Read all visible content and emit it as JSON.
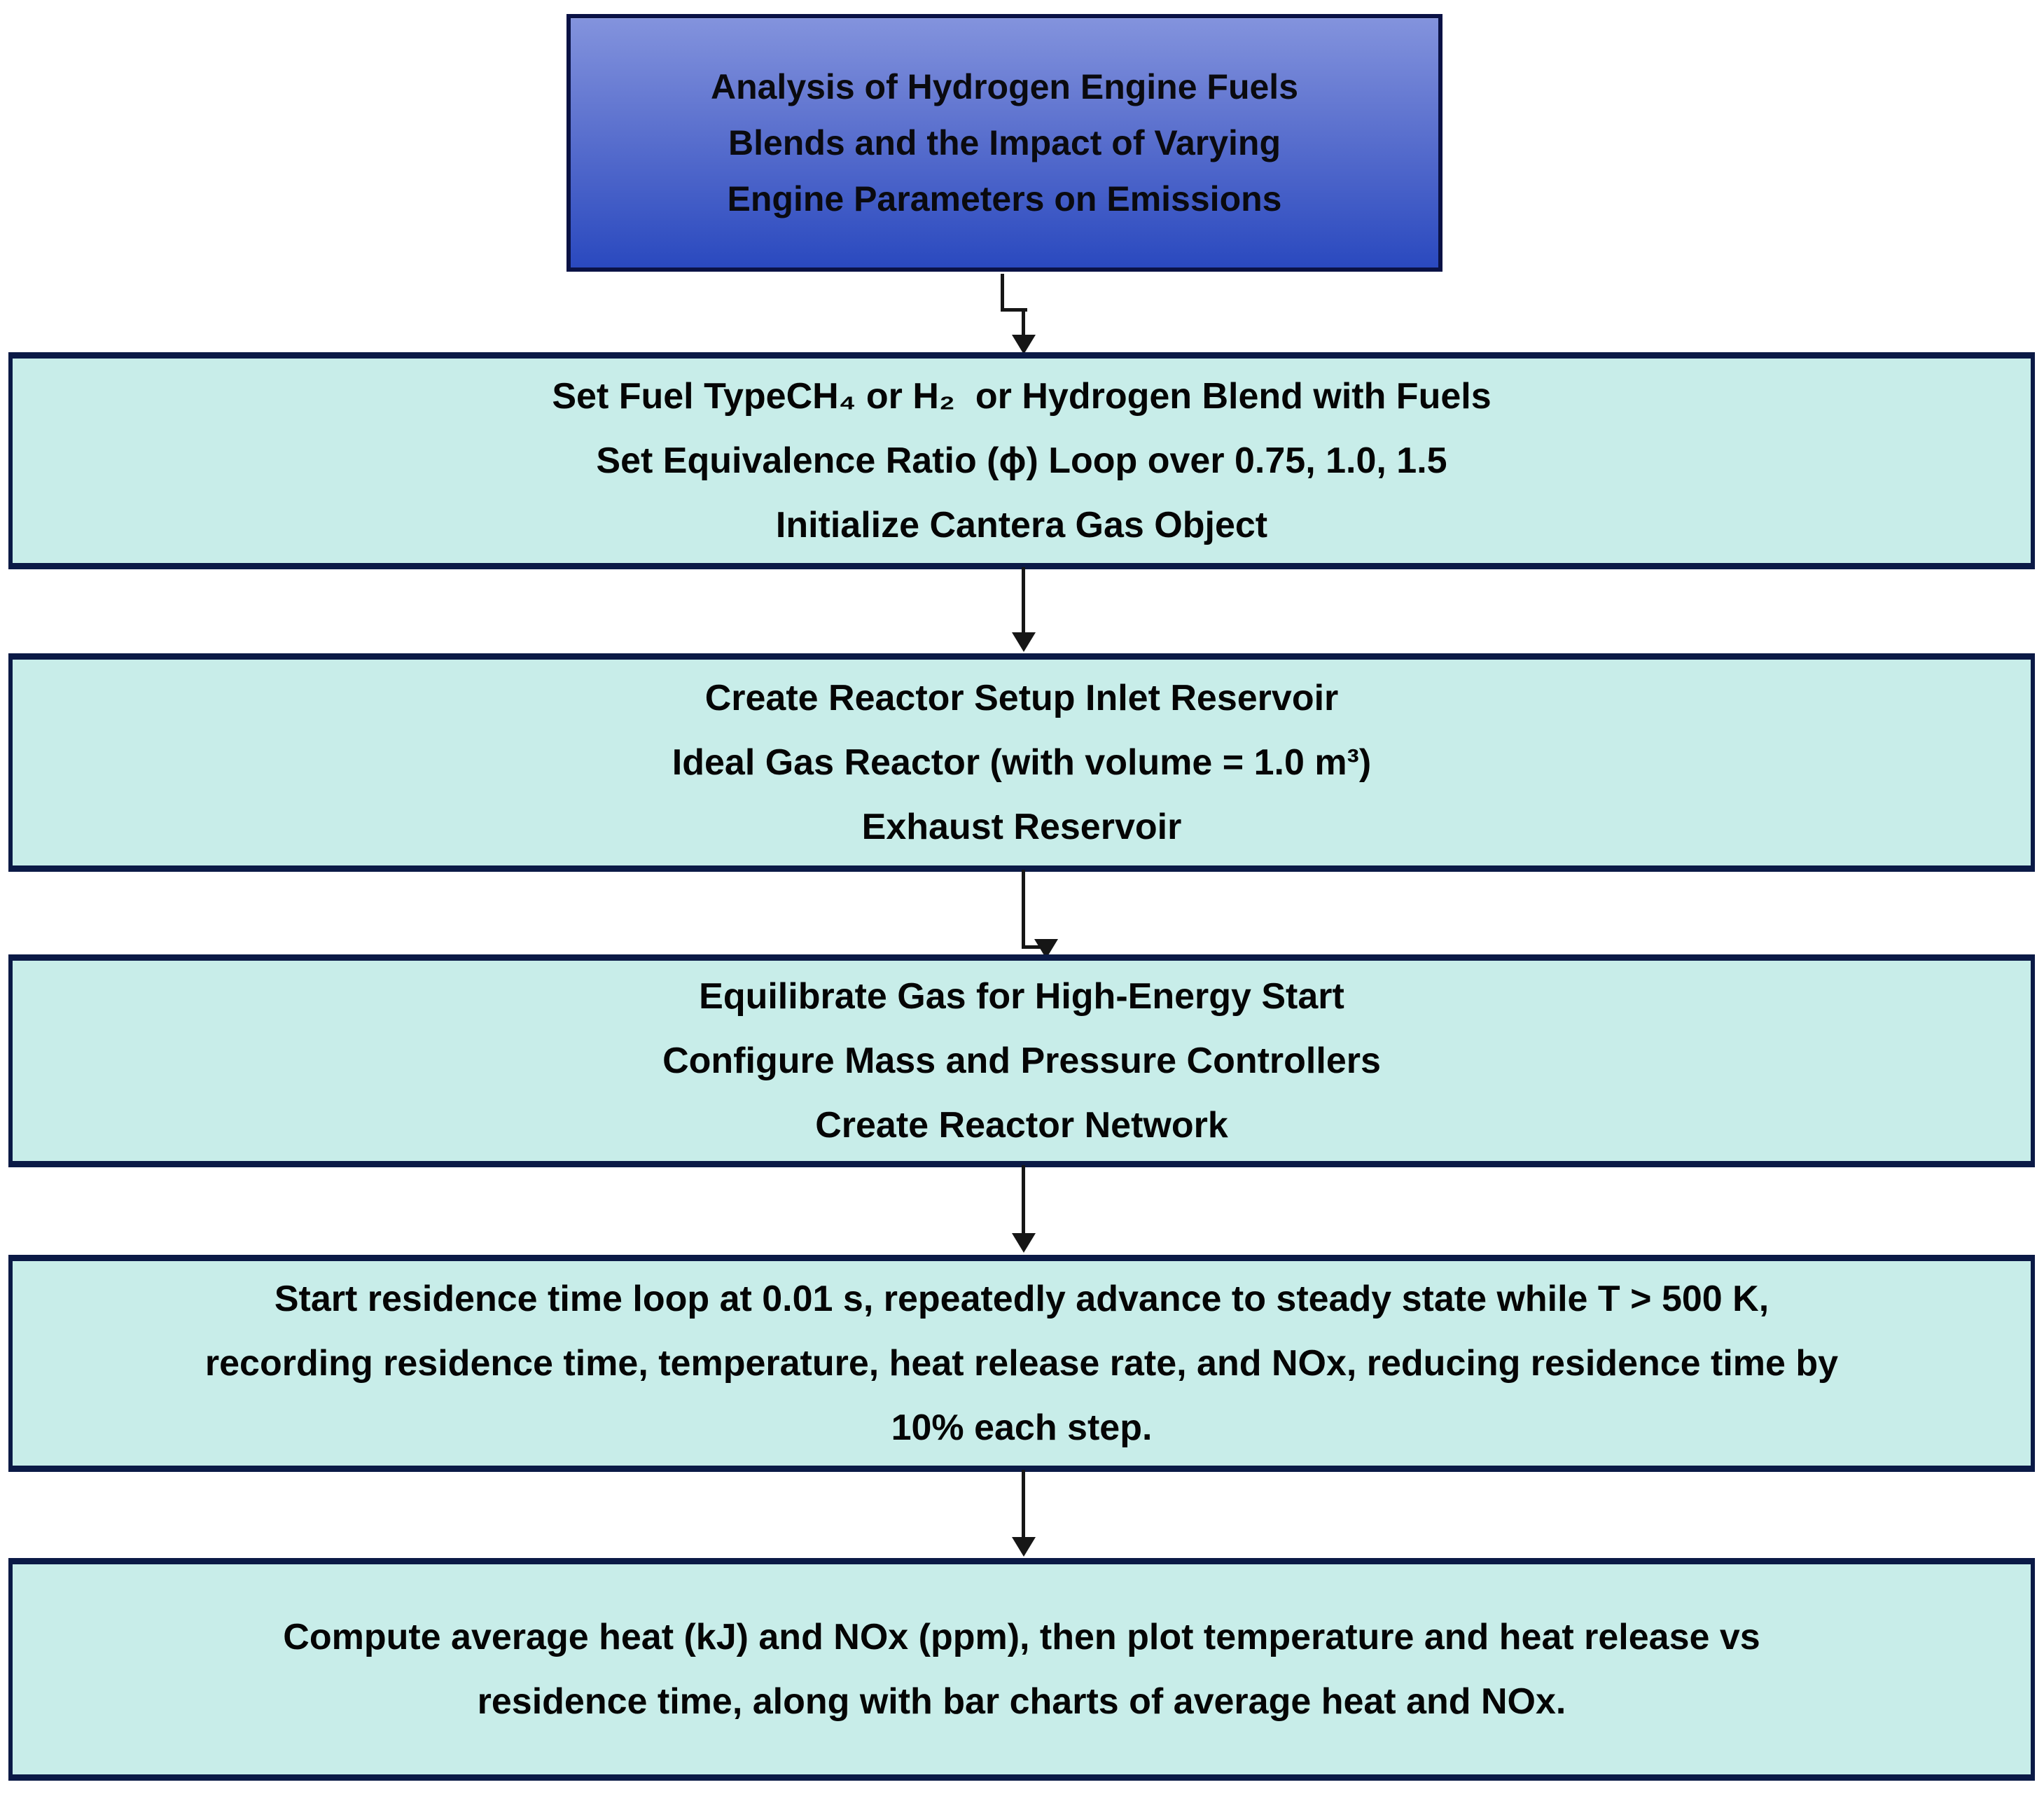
{
  "diagram": {
    "title_box": {
      "lines": [
        "Analysis of Hydrogen Engine Fuels",
        "Blends and the Impact of Varying",
        "Engine Parameters on Emissions"
      ]
    },
    "steps": [
      {
        "id": "fuel-setup",
        "lines": [
          "Set Fuel TypeCH₄ or H₂  or Hydrogen Blend with Fuels",
          "Set Equivalence Ratio (ϕ) Loop over 0.75, 1.0, 1.5",
          "Initialize Cantera Gas Object"
        ]
      },
      {
        "id": "reactor-setup",
        "lines": [
          "Create Reactor Setup Inlet Reservoir",
          "Ideal Gas Reactor (with volume = 1.0 m³)",
          "Exhaust Reservoir"
        ]
      },
      {
        "id": "equilibrate-configure",
        "lines": [
          "Equilibrate Gas for High-Energy Start",
          "Configure Mass and Pressure Controllers",
          "Create Reactor Network"
        ]
      },
      {
        "id": "residence-time-loop",
        "lines": [
          "Start residence time loop at 0.01 s, repeatedly advance to steady state while T > 500 K,",
          "recording residence time, temperature, heat release rate, and NOx, reducing residence time by",
          "10% each step."
        ]
      },
      {
        "id": "compute-and-plot",
        "lines": [
          "Compute average heat (kJ) and NOx (ppm), then plot temperature and heat release vs",
          "residence time, along with bar charts of average heat and NOx."
        ]
      }
    ],
    "colors": {
      "title_gradient_top": "#8393dd",
      "title_gradient_bottom": "#2a49bf",
      "step_fill": "#c8ede9",
      "border_navy": "#0b1a46",
      "arrow_black": "#161616",
      "text_black": "#050505"
    }
  }
}
